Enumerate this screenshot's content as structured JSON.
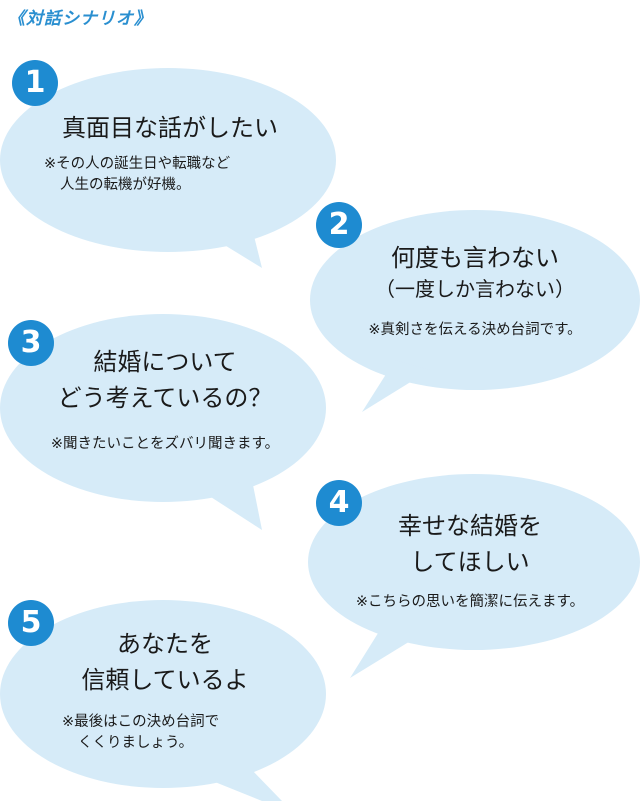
{
  "header": "《対話シナリオ》",
  "colors": {
    "bubble": "#d6ebf8",
    "badge": "#1e8bd1",
    "header": "#2a8fd0"
  },
  "items": [
    {
      "num": "1",
      "main": [
        "真面目な話がしたい"
      ],
      "note": [
        "※その人の誕生日や転職など",
        "人生の転機が好機。"
      ]
    },
    {
      "num": "2",
      "main": [
        "何度も言わない"
      ],
      "sub": "（一度しか言わない）",
      "note": [
        "※真剣さを伝える決め台詞です。"
      ]
    },
    {
      "num": "3",
      "main": [
        "結婚について",
        "どう考えているの？"
      ],
      "note": [
        "※聞きたいことをズバリ聞きます。"
      ]
    },
    {
      "num": "4",
      "main": [
        "幸せな結婚を",
        "してほしい"
      ],
      "note": [
        "※こちらの思いを簡潔に伝えます。"
      ]
    },
    {
      "num": "5",
      "main": [
        "あなたを",
        "信頼しているよ"
      ],
      "note": [
        "※最後はこの決め台詞で",
        "くくりましょう。"
      ]
    }
  ]
}
